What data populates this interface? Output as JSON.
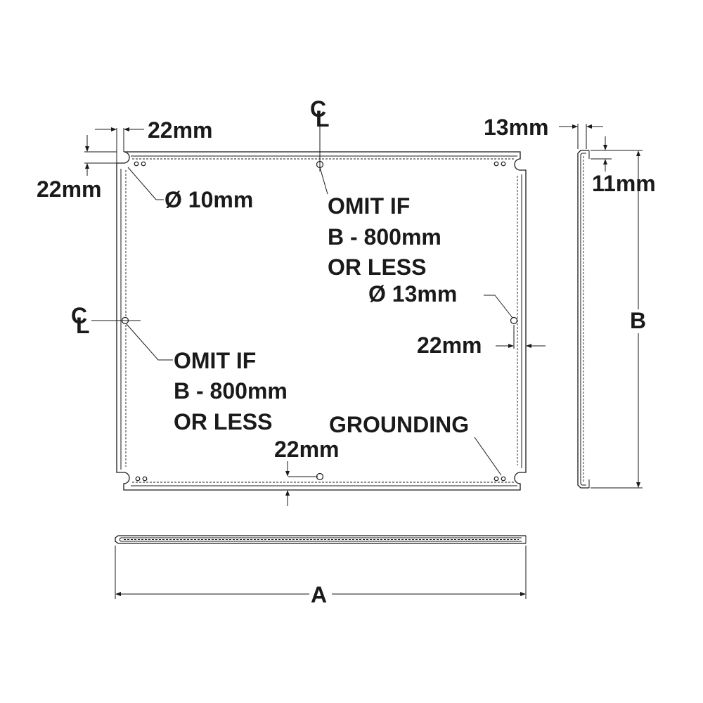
{
  "labels": {
    "corner_horizontal": "22mm",
    "corner_vertical": "22mm",
    "corner_hole": "Ø 10mm",
    "centerline_top": "CL",
    "centerline_left": "CL",
    "omit_top_line1": "OMIT IF",
    "omit_top_line2": "B - 800mm",
    "omit_top_line3": "OR LESS",
    "omit_left_line1": "OMIT IF",
    "omit_left_line2": "B - 800mm",
    "omit_left_line3": "OR LESS",
    "side_hole": "Ø 13mm",
    "side_offset": "22mm",
    "bottom_offset": "22mm",
    "grounding": "GROUNDING",
    "flange_width": "13mm",
    "flange_depth": "11mm",
    "dimension_b": "B",
    "dimension_a": "A"
  },
  "colors": {
    "line": "#1a1a1a",
    "background": "#ffffff"
  }
}
